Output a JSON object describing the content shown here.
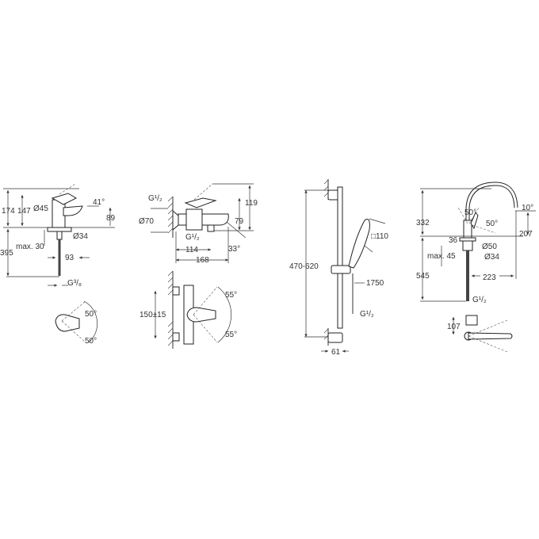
{
  "basin_mixer": {
    "height_total": "174",
    "height_spout": "147",
    "spout_diameter": "Ø45",
    "spout_angle": "41°",
    "spout_clearance": "89",
    "hole_diameter": "Ø34",
    "max_deck": "max. 30",
    "hose_length": "395",
    "spout_reach": "93",
    "connection": "G³/₈",
    "lever_angle_top": "50°",
    "lever_angle_bottom": "50°"
  },
  "bath_mixer": {
    "connection_wall": "G¹/₂",
    "flange_diameter": "Ø70",
    "height_total": "119",
    "height_body": "79",
    "connection_outlet": "G¹/₂",
    "outlet_distance": "114",
    "spout_angle": "33°",
    "projection": "168",
    "lever_angle_top": "55°",
    "centres": "150±15",
    "lever_angle_bottom": "55°"
  },
  "shower_rail": {
    "rail_length": "470-620",
    "head_size": "□110",
    "hose_length": "1750",
    "connection": "G¹/₂",
    "wall_distance": "61"
  },
  "kitchen_mixer": {
    "height_total": "332",
    "spout_angle": "10°",
    "lever_angle_a": "50°",
    "lever_angle_b": "50°",
    "spout_clearance": "207",
    "lever_offset": "36",
    "body_diameter": "Ø50",
    "max_deck": "max. 45",
    "hole_diameter": "Ø34",
    "hose_length": "545",
    "spout_reach": "223",
    "connection": "G¹/₂",
    "top_view_depth": "107"
  }
}
